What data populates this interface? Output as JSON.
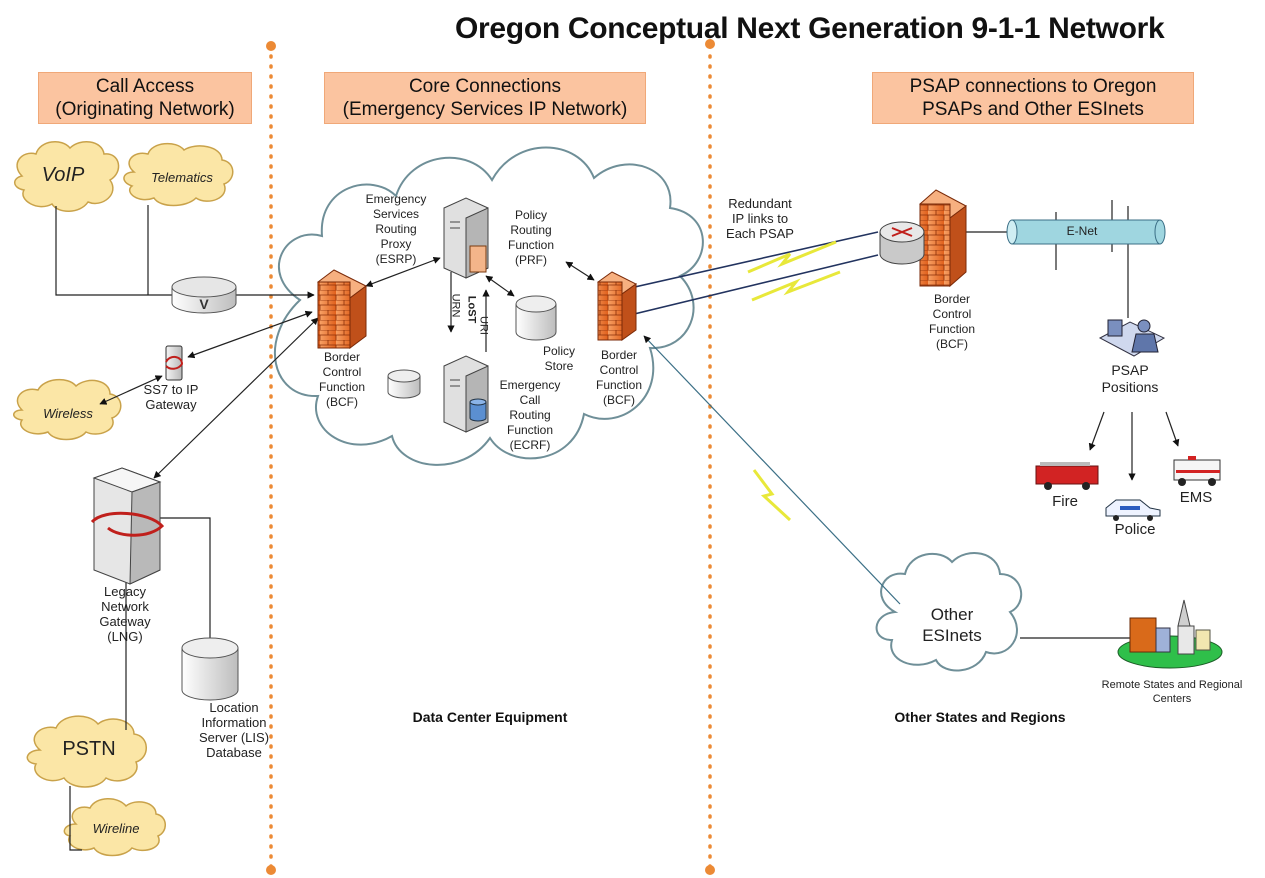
{
  "title": "Oregon Conceptual Next Generation 9-1-1 Network",
  "sections": {
    "call_access": "Call Access\n(Originating Network)",
    "core": "Core Connections\n(Emergency Services IP Network)",
    "psap": "PSAP connections to Oregon\nPSAPs and Other ESInets"
  },
  "clouds": {
    "voip": "VoIP",
    "telematics": "Telematics",
    "wireless": "Wireless",
    "pstn": "PSTN",
    "wireline": "Wireline",
    "other_esinets": "Other\nESInets"
  },
  "labels": {
    "ss7_gateway": "SS7 to IP\nGateway",
    "lng": "Legacy\nNetwork\nGateway\n(LNG)",
    "lis": "Location\nInformation\nServer (LIS)\nDatabase",
    "esrp": "Emergency\nServices\nRouting\nProxy\n(ESRP)",
    "prf": "Policy\nRouting\nFunction\n(PRF)",
    "bcf_left": "Border\nControl\nFunction\n(BCF)",
    "bcf_mid": "Border\nControl\nFunction\n(BCF)",
    "bcf_right": "Border\nControl\nFunction\n(BCF)",
    "policy_store": "Policy\nStore",
    "ecrf": "Emergency\nCall\nRouting\nFunction\n(ECRF)",
    "urn": "URN",
    "lost": "LoST",
    "uri": "URI",
    "redundant": "Redundant\nIP links to\nEach PSAP",
    "enet": "E-Net",
    "psap_positions": "PSAP\nPositions",
    "fire": "Fire",
    "police": "Police",
    "ems": "EMS",
    "remote": "Remote States and Regional\nCenters",
    "data_center": "Data Center Equipment",
    "other_states": "Other States and Regions"
  },
  "colors": {
    "cloud_yellow": "#fbe6a6",
    "cloud_outline": "#c9a24a",
    "header_fill": "#fbc4a0",
    "divider": "#ec8a35",
    "firewall": "#f07a2c",
    "enet_pipe": "#9fd6e0",
    "lightning": "#e8e83a"
  }
}
